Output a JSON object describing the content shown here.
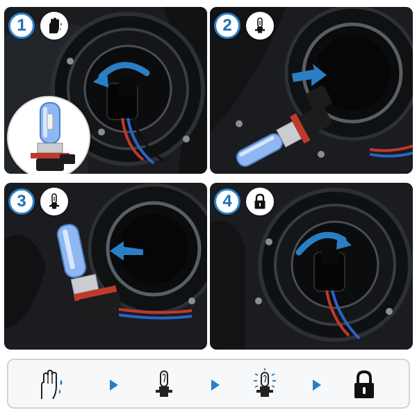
{
  "steps": [
    {
      "number": "1",
      "icon": "wet-glove-icon"
    },
    {
      "number": "2",
      "icon": "bulb-icon"
    },
    {
      "number": "3",
      "icon": "bulb-icon"
    },
    {
      "number": "4",
      "icon": "lock-icon"
    }
  ],
  "summary_strip": {
    "items": [
      "wet-hand-icon",
      "bulb-icon",
      "bulb-lit-icon",
      "lock-icon"
    ]
  },
  "colors": {
    "accent": "#2a7fc4",
    "bulb_glass": "#8fb7f2",
    "bulb_base_red": "#c0392b",
    "panel_dark": "#17191c"
  }
}
